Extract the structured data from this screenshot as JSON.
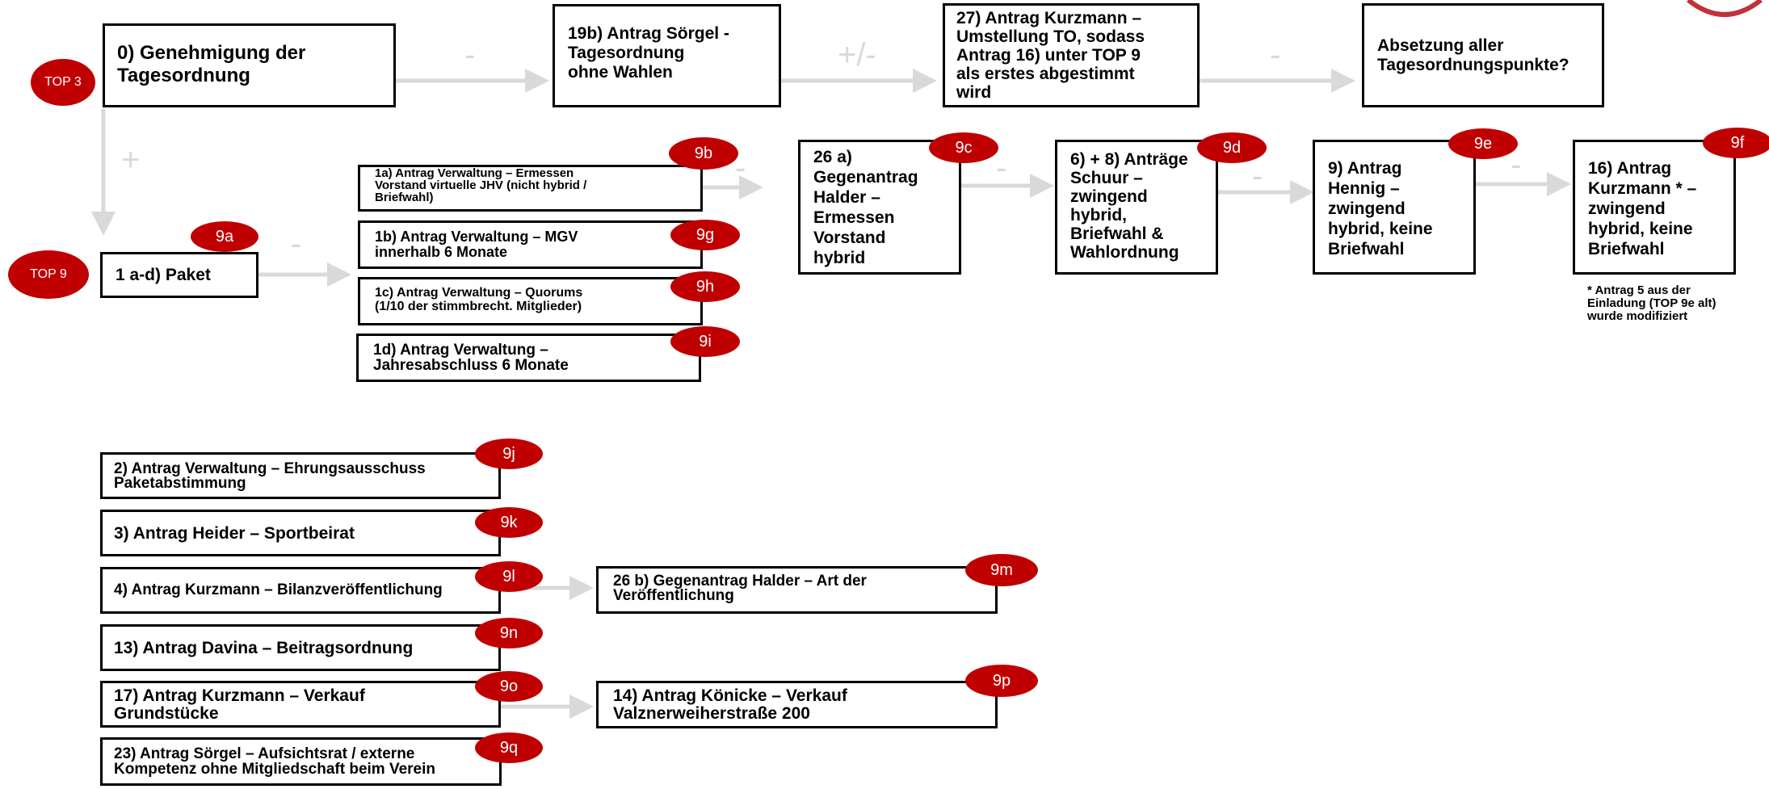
{
  "colors": {
    "badge": "#c00000",
    "arrow": "#d9d9d9",
    "border": "#000000"
  },
  "top_markers": {
    "top3": "TOP 3",
    "top9": "TOP 9"
  },
  "nodes": {
    "n0": "0) Genehmigung der\nTagesordnung",
    "n19b": "19b) Antrag Sörgel -\nTagesordnung\n ohne Wahlen",
    "n27": "27) Antrag Kurzmann –\nUmstellung TO, sodass\nAntrag 16) unter TOP 9\nals erstes abgestimmt\nwird",
    "nAbs": "Absetzung aller\nTagesordnungspunkte?",
    "nPaket": "1 a-d) Paket",
    "n1a": "1a) Antrag Verwaltung – Ermessen\nVorstand virtuelle JHV (nicht hybrid /\nBriefwahl)",
    "n1b": "1b) Antrag Verwaltung – MGV\ninnerhalb 6 Monate",
    "n1c": "1c) Antrag Verwaltung – Quorums\n(1/10 der stimmbrecht. Mitglieder)",
    "n1d": "1d) Antrag Verwaltung –\nJahresabschluss 6 Monate",
    "n26a": "26 a)\nGegenantrag\nHalder –\nErmessen\nVorstand\nhybrid",
    "n6_8": "6) + 8) Anträge\nSchuur –\nzwingend\nhybrid,\nBriefwahl &\nWahlordnung",
    "n9": "9) Antrag\nHennig –\nzwingend\nhybrid, keine\nBriefwahl",
    "n16": "16) Antrag\nKurzmann * –\nzwingend\nhybrid, keine\nBriefwahl",
    "n2": "2) Antrag Verwaltung – Ehrungsausschuss\nPaketabstimmung",
    "n3": "3) Antrag Heider – Sportbeirat",
    "n4": "4) Antrag Kurzmann – Bilanzveröffentlichung",
    "n26b": "26 b) Gegenantrag Halder – Art der\nVeröffentlichung",
    "n13": "13) Antrag Davina – Beitragsordnung",
    "n17": "17) Antrag Kurzmann – Verkauf\nGrundstücke",
    "n14": "14) Antrag Könicke – Verkauf\n Valznerweiherstraße 200",
    "n23": "23) Antrag Sörgel – Aufsichtsrat / externe\nKompetenz ohne Mitgliedschaft beim Verein"
  },
  "badges": {
    "b9a": "9a",
    "b9b": "9b",
    "b9c": "9c",
    "b9d": "9d",
    "b9e": "9e",
    "b9f": "9f",
    "b9g": "9g",
    "b9h": "9h",
    "b9i": "9i",
    "b9j": "9j",
    "b9k": "9k",
    "b9l": "9l",
    "b9m": "9m",
    "b9n": "9n",
    "b9o": "9o",
    "b9p": "9p",
    "b9q": "9q"
  },
  "edge_labels": {
    "e0_19b": "-",
    "e19b_27": "+/-",
    "e27_abs": "-",
    "e0_paket": "+",
    "ePaket_1": "-",
    "e1a_26a": "-",
    "e26a_6": "-",
    "e6_9": "-",
    "e9_16": "-"
  },
  "footnote": "* Antrag 5 aus der\nEinladung (TOP 9e alt)\nwurde modifiziert"
}
